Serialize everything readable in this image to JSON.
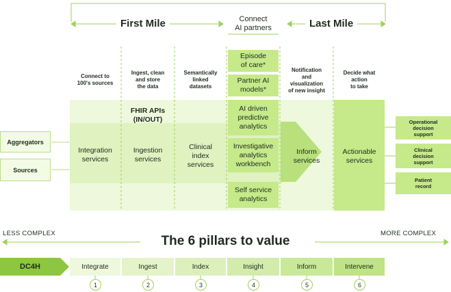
{
  "header": {
    "first_mile": "First Mile",
    "connect_ai": "Connect\nAI partners",
    "last_mile": "Last Mile"
  },
  "columns": [
    {
      "heading": "Connect to\n100's sources",
      "body": "Integration\nservices"
    },
    {
      "heading": "Ingest, clean\nand store\nthe data",
      "sub": "FHIR APIs\n(IN/OUT)",
      "body": "Ingestion\nservices"
    },
    {
      "heading": "Semantically\nlinked\ndatasets",
      "body": "Clinical\nindex\nservices"
    },
    {
      "stack": [
        "Episode\nof care*",
        "Partner AI\nmodels*",
        "AI driven\npredictive\nanalytics",
        "Investigative\nanalytics\nworkbench",
        "Self service\nanalytics"
      ]
    },
    {
      "heading": "Notification\nand\nvisualization\nof new insight",
      "body": "Inform\nservices"
    },
    {
      "heading": "Decide what\naction\nto take",
      "body": "Actionable\nservices"
    }
  ],
  "sources": [
    "Aggregators",
    "Sources"
  ],
  "outputs": [
    "Operational\ndecision\nsupport",
    "Clinical\ndecision\nsupport",
    "Patient\nrecord"
  ],
  "scale": {
    "less": "LESS COMPLEX",
    "title": "The 6 pillars to value",
    "more": "MORE COMPLEX"
  },
  "pillars": {
    "brand": "DC4H",
    "items": [
      {
        "label": "Integrate",
        "num": "1"
      },
      {
        "label": "Ingest",
        "num": "2"
      },
      {
        "label": "Index",
        "num": "3"
      },
      {
        "label": "Insight",
        "num": "4"
      },
      {
        "label": "Inform",
        "num": "5"
      },
      {
        "label": "Intervene",
        "num": "6"
      }
    ]
  },
  "colors": {
    "light_green": "#e4f4c8",
    "mid_green": "#c6e98a",
    "accent_green": "#8dc63f",
    "line_green": "#9ed15a"
  }
}
